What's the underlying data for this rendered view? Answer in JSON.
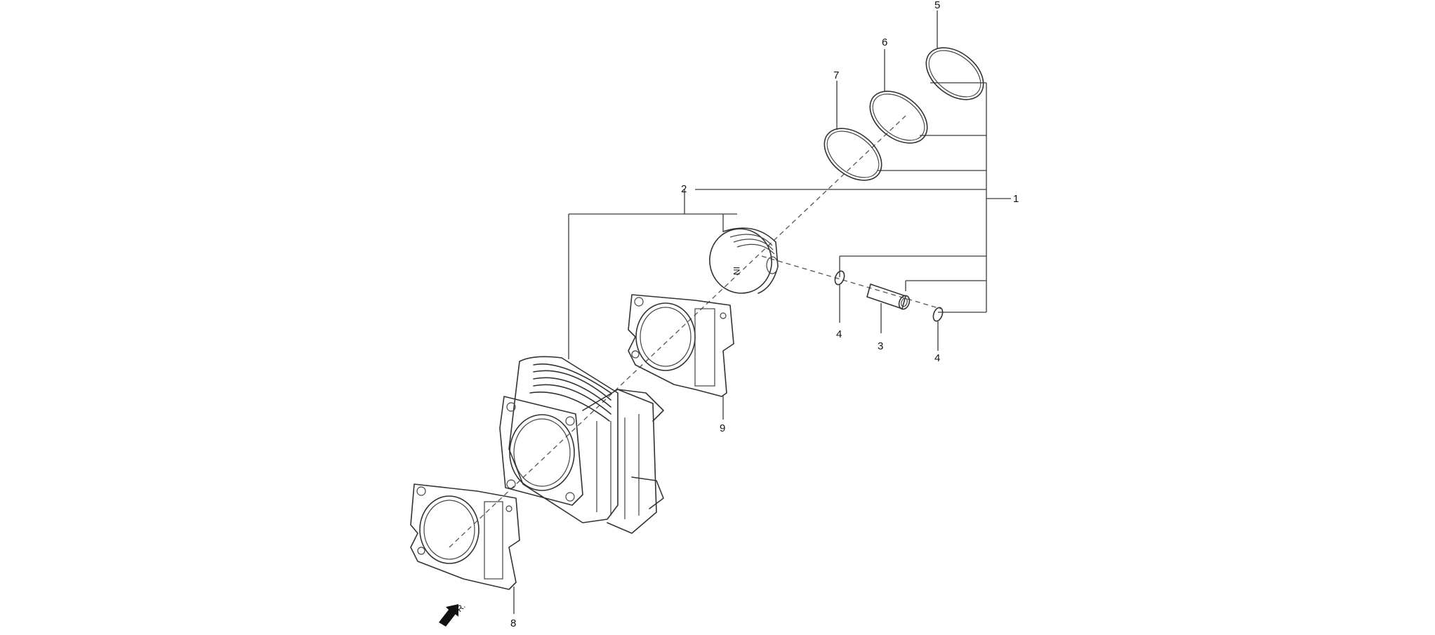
{
  "diagram": {
    "callouts": {
      "c1": "1",
      "c2": "2",
      "c3": "3",
      "c4a": "4",
      "c4b": "4",
      "c5": "5",
      "c6": "6",
      "c7": "7",
      "c8": "8",
      "c9": "9"
    },
    "direction_label": "FR.",
    "piston_marking": "IN",
    "colors": {
      "line": "#333333",
      "background": "#ffffff"
    }
  }
}
